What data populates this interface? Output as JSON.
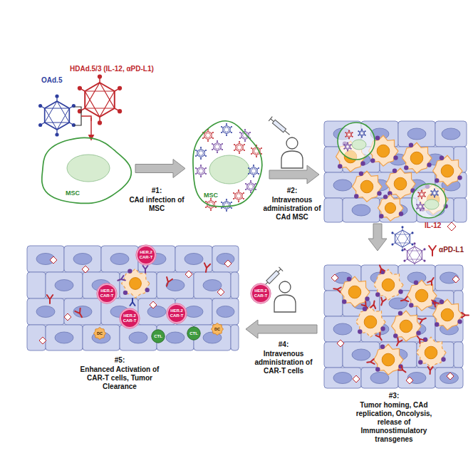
{
  "diagram": {
    "nodes": [
      {
        "text": [
          "MSC"
        ]
      },
      {
        "text": [
          "MSC"
        ]
      },
      {
        "text": [
          "HER.2 CAR-T"
        ]
      },
      {
        "text": [
          "HER.2 CAR-T"
        ]
      },
      {
        "text": [
          "HER.2 CAR-T"
        ]
      },
      {
        "text": [
          "HER.2 CAR-T"
        ]
      },
      {
        "text": [
          "HER.2 CAR-T"
        ]
      },
      {
        "text": [
          "CTL"
        ]
      },
      {
        "text": [
          "CTL"
        ]
      },
      {
        "text": [
          "DC"
        ]
      },
      {
        "text": [
          "DC"
        ]
      }
    ],
    "edges": [
      {
        "from": 0,
        "to": 1,
        "arrow": "to"
      }
    ],
    "labels": [
      "OAd.5",
      "HDAd.5/3 (IL-12, αPD-L1)",
      "#1:",
      "CAd infection of MSC",
      "#2:",
      "Intravenous administration of CAd MSC",
      "IL-12",
      "αPD-L1",
      "#3:",
      "Tumor homing, CAd replication, Oncolysis, release of Immunostimulatory transgenes",
      "#4:",
      "Intravenous administration of CAR-T cells",
      "#5:",
      "Enhanced Activation of CAR-T cells, Tumor Clearance"
    ]
  }
}
